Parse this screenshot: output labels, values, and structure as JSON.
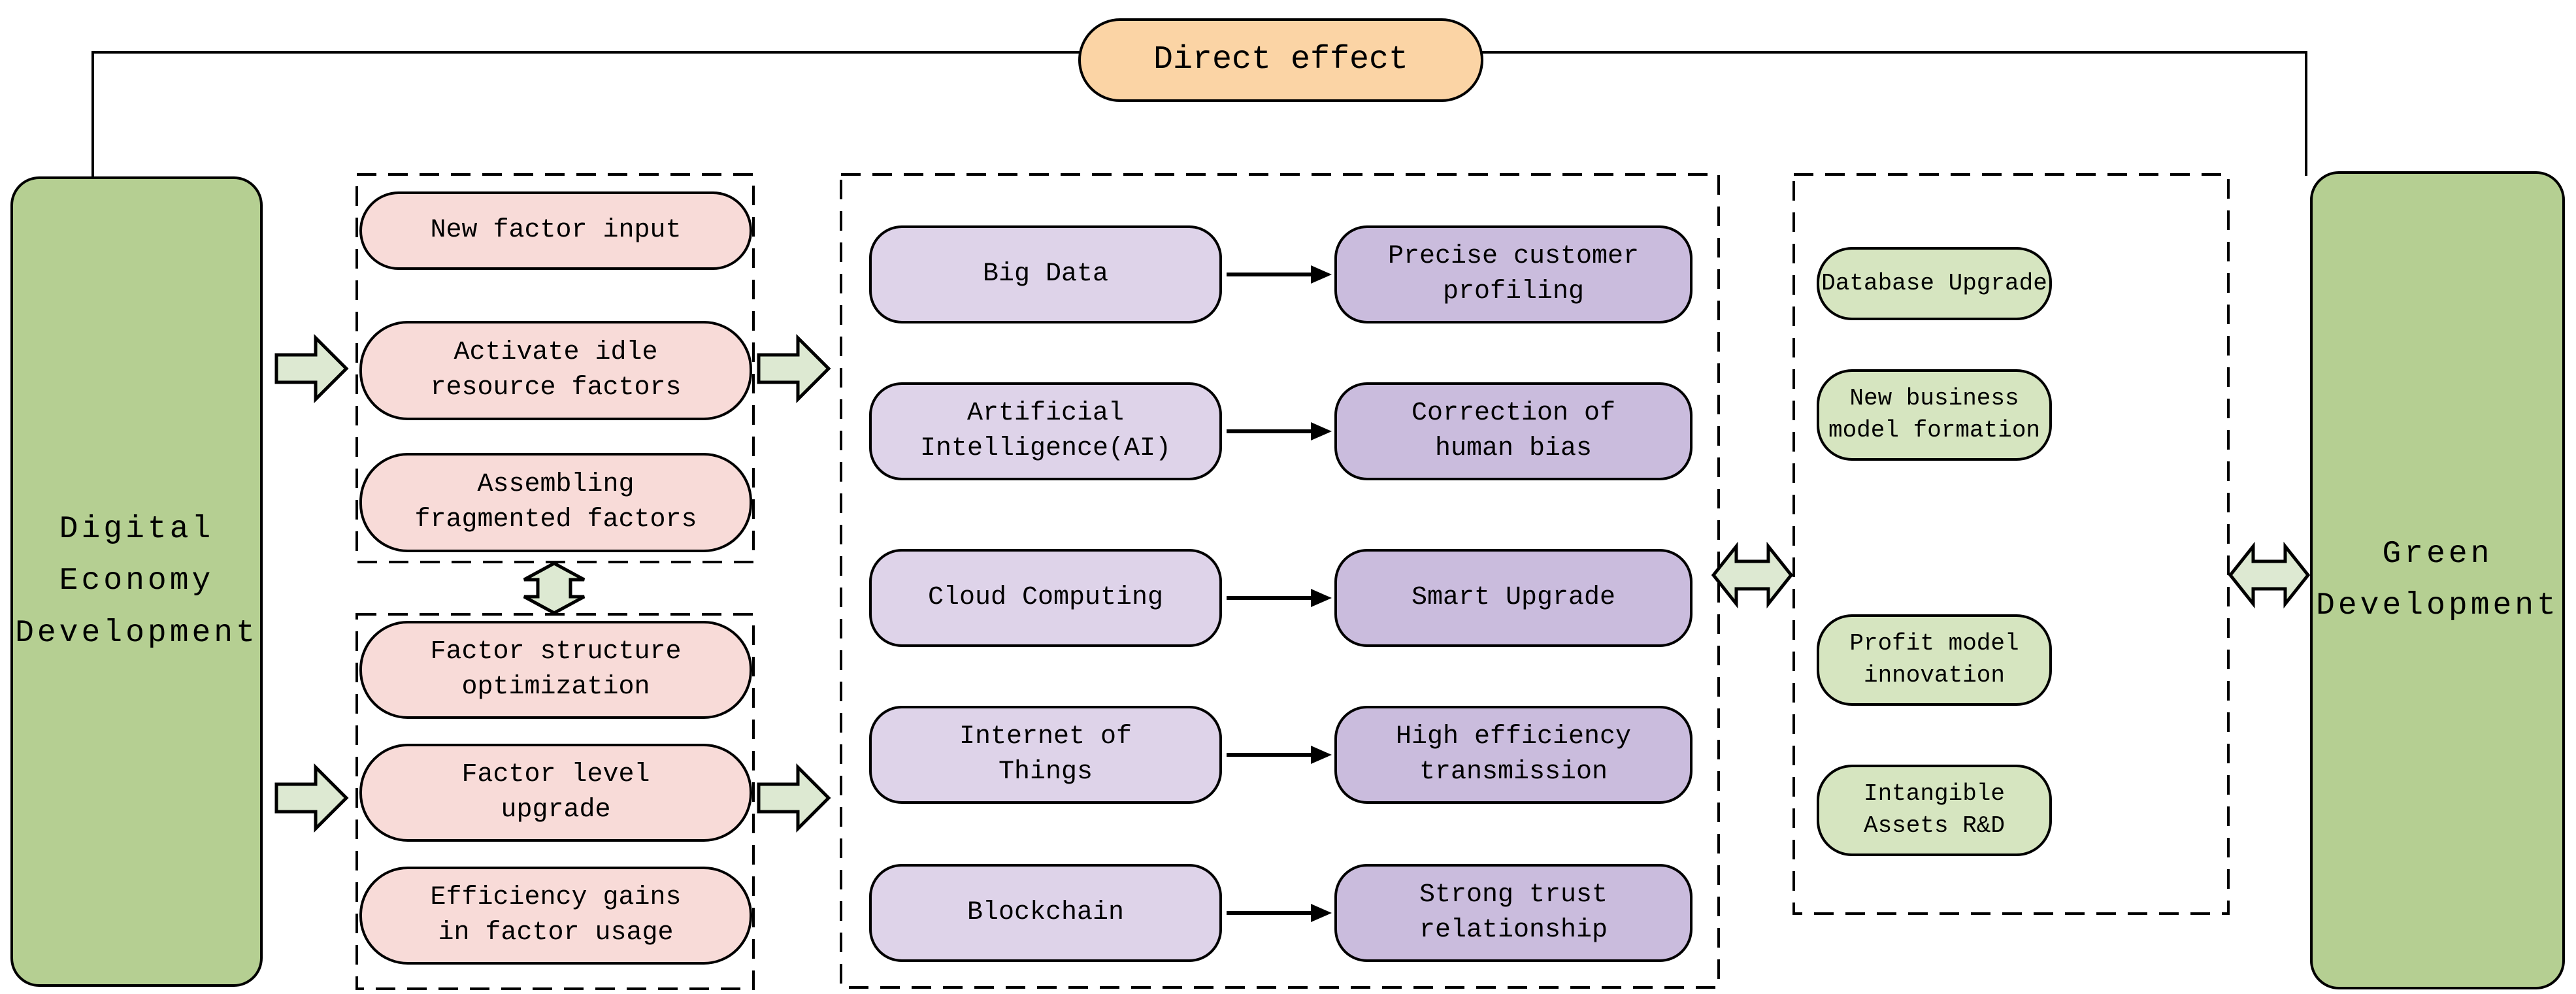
{
  "direct_effect": {
    "label": "Direct effect"
  },
  "nodes": {
    "digital_economy": {
      "label": "Digital\nEconomy\nDevelopment"
    },
    "green_development": {
      "label": "Green\nDevelopment"
    }
  },
  "factor_groups": {
    "supply": {
      "items": [
        "New factor input",
        "Activate idle\nresource factors",
        "Assembling\nfragmented factors"
      ]
    },
    "optimization": {
      "items": [
        "Factor structure\noptimization",
        "Factor level\nupgrade",
        "Efficiency gains\nin factor usage"
      ]
    }
  },
  "technologies": {
    "rows": [
      {
        "tech": "Big Data",
        "effect": "Precise customer\nprofiling"
      },
      {
        "tech": "Artificial\nIntelligence(AI)",
        "effect": "Correction of\nhuman bias"
      },
      {
        "tech": "Cloud Computing",
        "effect": "Smart Upgrade"
      },
      {
        "tech": "Internet of\nThings",
        "effect": "High efficiency\ntransmission"
      },
      {
        "tech": "Blockchain",
        "effect": "Strong trust\nrelationship"
      }
    ]
  },
  "outcomes": {
    "items": [
      "Database Upgrade",
      "New business\nmodel formation",
      "Profit model\ninnovation",
      "Intangible\nAssets R&D"
    ]
  },
  "colors": {
    "big_green": "#b5cf92",
    "small_green": "#d6e5c0",
    "pink": "#f8dbd8",
    "purple_light": "#ded3e9",
    "purple_dark": "#cabcdd",
    "orange": "#fbd4a5",
    "arrow_green": "#dde9d2",
    "line": "#000000"
  }
}
